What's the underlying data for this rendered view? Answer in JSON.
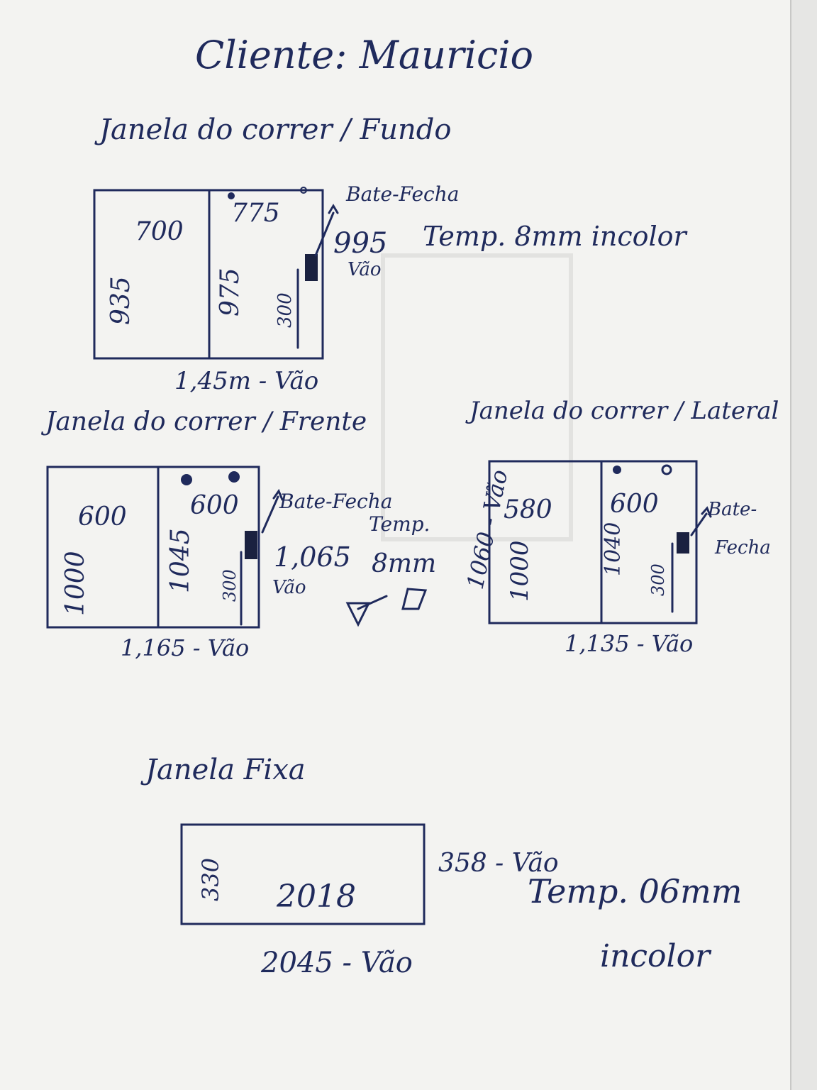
{
  "client": "Cliente: Mauricio",
  "windows": [
    {
      "title": "Janela do correr / Fundo",
      "left_width": "700",
      "right_width": "775",
      "left_height": "935",
      "right_height": "975",
      "latch_height": "300",
      "latch_label": "Bate-Fecha",
      "opening_height": "995",
      "opening_height_note": "Vão",
      "glass_note": "Temp. 8mm incolor",
      "opening_width": "1,45m - Vão"
    },
    {
      "title": "Janela do correr / Frente",
      "left_width": "600",
      "right_width": "600",
      "left_height": "1000",
      "right_height": "1045",
      "latch_height": "300",
      "latch_label": "Bate-Fecha",
      "opening_height": "1,065",
      "opening_height_note": "Vão",
      "glass_note_line1": "Temp.",
      "glass_note_line2": "8mm",
      "opening_width": "1,165 - Vão"
    },
    {
      "title": "Janela do correr / Lateral",
      "left_width": "580",
      "right_width": "600",
      "left_height": "1000",
      "right_height": "1040",
      "latch_height": "300",
      "latch_label_line1": "Bate-",
      "latch_label_line2": "Fecha",
      "opening_height": "1060 - Vão",
      "opening_width": "1,135 - Vão"
    },
    {
      "title": "Janela Fixa",
      "height": "330",
      "width": "2018",
      "opening_height": "358 - Vão",
      "opening_width": "2045 - Vão",
      "glass_note_line1": "Temp. 06mm",
      "glass_note_line2": "incolor"
    }
  ]
}
